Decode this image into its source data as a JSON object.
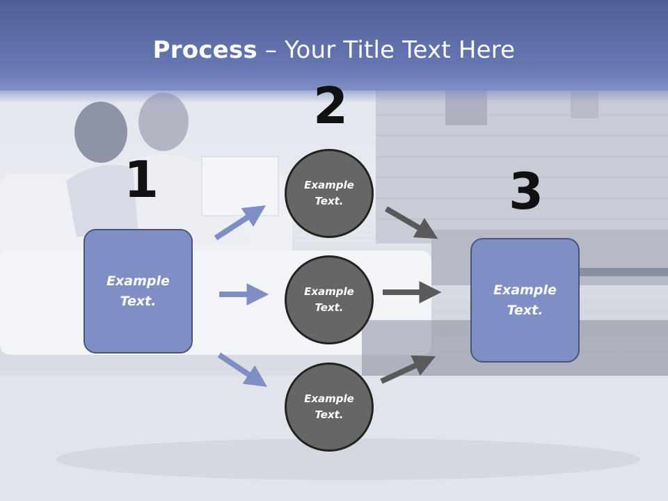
{
  "title": {
    "bold": "Process",
    "rest": "– Your Title Text Here"
  },
  "steps": [
    {
      "number": "1",
      "line1": "Example",
      "line2": "Text."
    },
    {
      "number": "2"
    },
    {
      "number": "3",
      "line1": "Example",
      "line2": "Text."
    }
  ],
  "circles": [
    {
      "line1": "Example",
      "line2": "Text."
    },
    {
      "line1": "Example",
      "line2": "Text."
    },
    {
      "line1": "Example",
      "line2": "Text."
    }
  ],
  "colors": {
    "box": "#7f8ec5",
    "circle": "#666666",
    "arrow_left": "#7f8ec5",
    "arrow_right": "#595959",
    "title_bar": "#5d6da8"
  }
}
